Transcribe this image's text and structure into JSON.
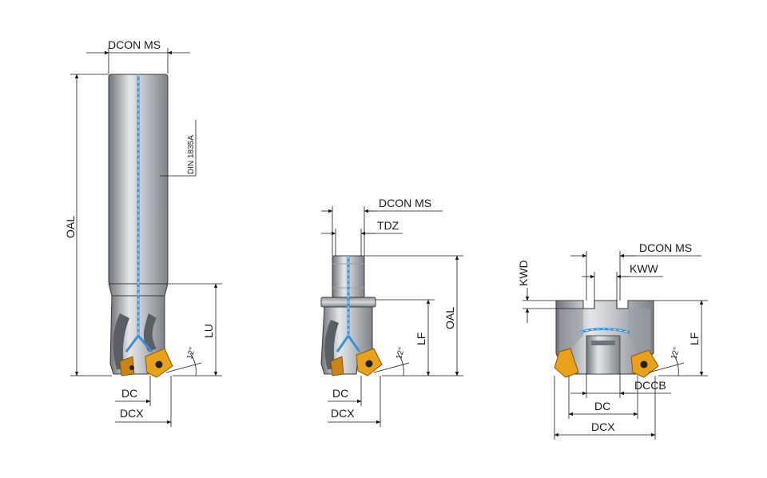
{
  "colors": {
    "steel_dark": "#7d8287",
    "steel_light": "#e4e6e8",
    "coolant": "#3a8fd6",
    "insert": "#e8a11c",
    "line": "#1a1a1a"
  },
  "tool_shank": {
    "dcon": "DCON MS",
    "norm": "DIN 1835A",
    "oal": "OAL",
    "lu": "LU",
    "angle": "12°",
    "dc": "DC",
    "dcx": "DCX"
  },
  "tool_modular": {
    "dcon": "DCON MS",
    "tdz": "TDZ",
    "oal": "OAL",
    "lf": "LF",
    "angle": "12°",
    "dc": "DC",
    "dcx": "DCX"
  },
  "tool_shell": {
    "dcon": "DCON MS",
    "kwd": "KWD",
    "kww": "KWW",
    "lf": "LF",
    "angle": "12°",
    "dccb": "DCCB",
    "dc": "DC",
    "dcx": "DCX"
  }
}
